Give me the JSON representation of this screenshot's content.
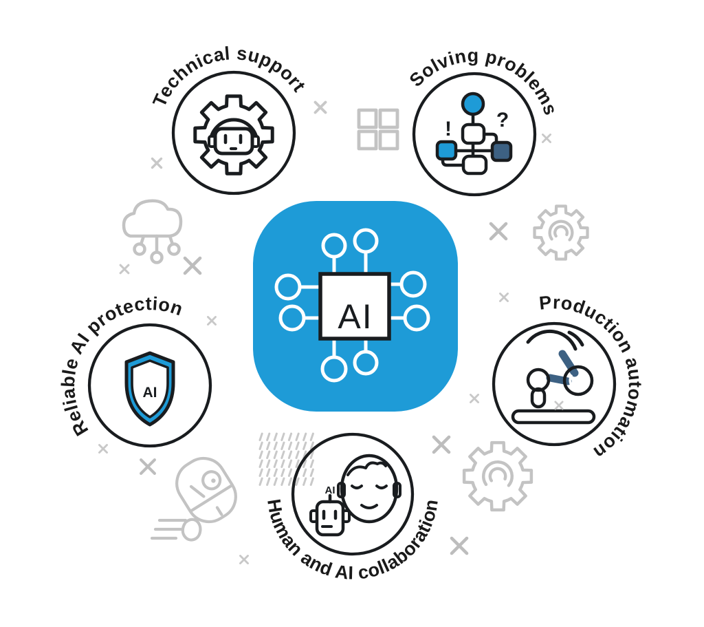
{
  "diagram": {
    "title_hint": "AI benefits infographic",
    "center": {
      "chip_label": "AI"
    },
    "nodes": [
      {
        "id": "technical-support",
        "label": "Technical support"
      },
      {
        "id": "solving-problems",
        "label": "Solving problems",
        "exclamation": "!",
        "question": "?"
      },
      {
        "id": "reliable-ai-protection",
        "label": "Reliable AI protection",
        "shield_label": "AI"
      },
      {
        "id": "production-automation",
        "label": "Production automation"
      },
      {
        "id": "human-ai-collaboration",
        "label": "Human and AI collaboration",
        "robot_label": "AI"
      }
    ],
    "colors": {
      "primary_blue": "#1E9BD7",
      "dark_navy": "#3D6183",
      "outline_ink": "#191C1F",
      "decoration_gray": "#C3C3C3",
      "background": "#FFFFFF"
    },
    "icons": [
      "ai-chip-icon",
      "gear-robot-icon",
      "flowchart-icon",
      "shield-ai-icon",
      "robot-arm-icon",
      "human-and-robot-icon",
      "cloud-network-icon",
      "gear-icon",
      "capsule-rocket-icon",
      "squares-grid-icon",
      "dash-grid-icon",
      "x-mark-icon"
    ]
  }
}
